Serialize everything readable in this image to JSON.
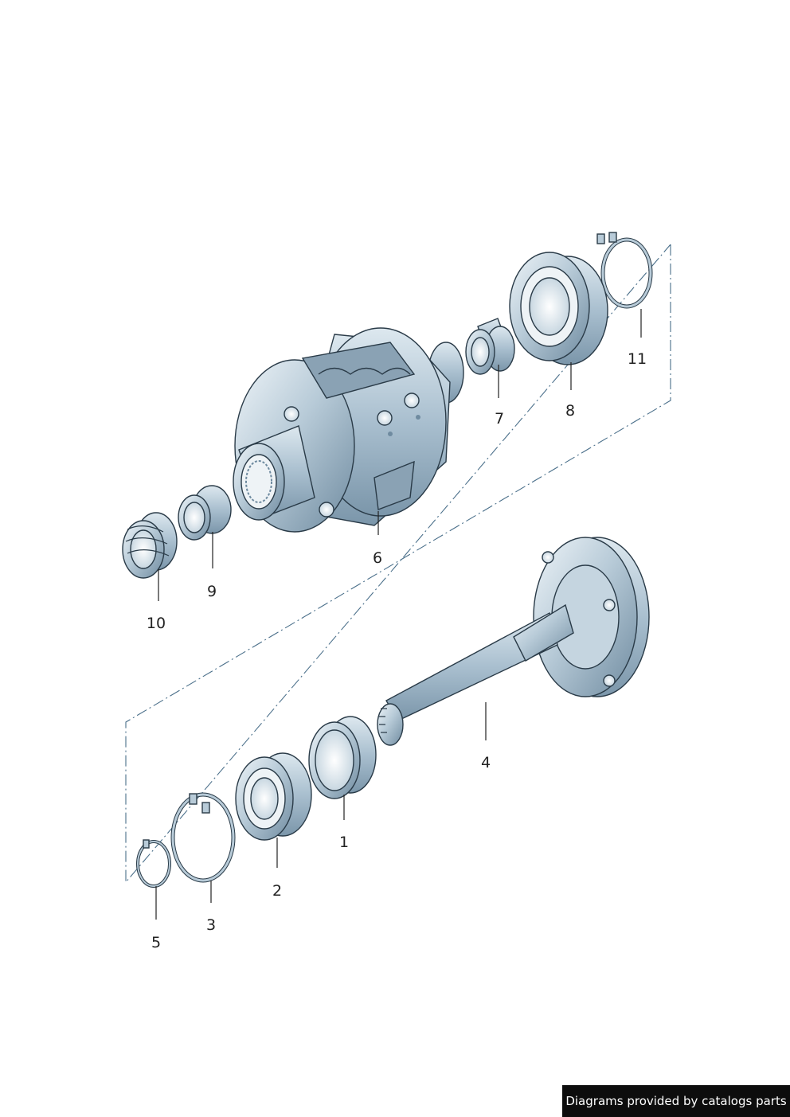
{
  "callouts": [
    {
      "id": "1",
      "label": "1"
    },
    {
      "id": "2",
      "label": "2"
    },
    {
      "id": "3",
      "label": "3"
    },
    {
      "id": "4",
      "label": "4"
    },
    {
      "id": "5",
      "label": "5"
    },
    {
      "id": "6",
      "label": "6"
    },
    {
      "id": "7",
      "label": "7"
    },
    {
      "id": "8",
      "label": "8"
    },
    {
      "id": "9",
      "label": "9"
    },
    {
      "id": "10",
      "label": "10"
    },
    {
      "id": "11",
      "label": "11"
    }
  ],
  "credit": {
    "text": "Diagrams provided by catalogs parts"
  },
  "colors": {
    "steel_light": "#dbe6ee",
    "steel_mid": "#a9bfcf",
    "steel_dark": "#6f8ba0",
    "outline": "#2a3b48",
    "axis": "#4a6f8a"
  }
}
